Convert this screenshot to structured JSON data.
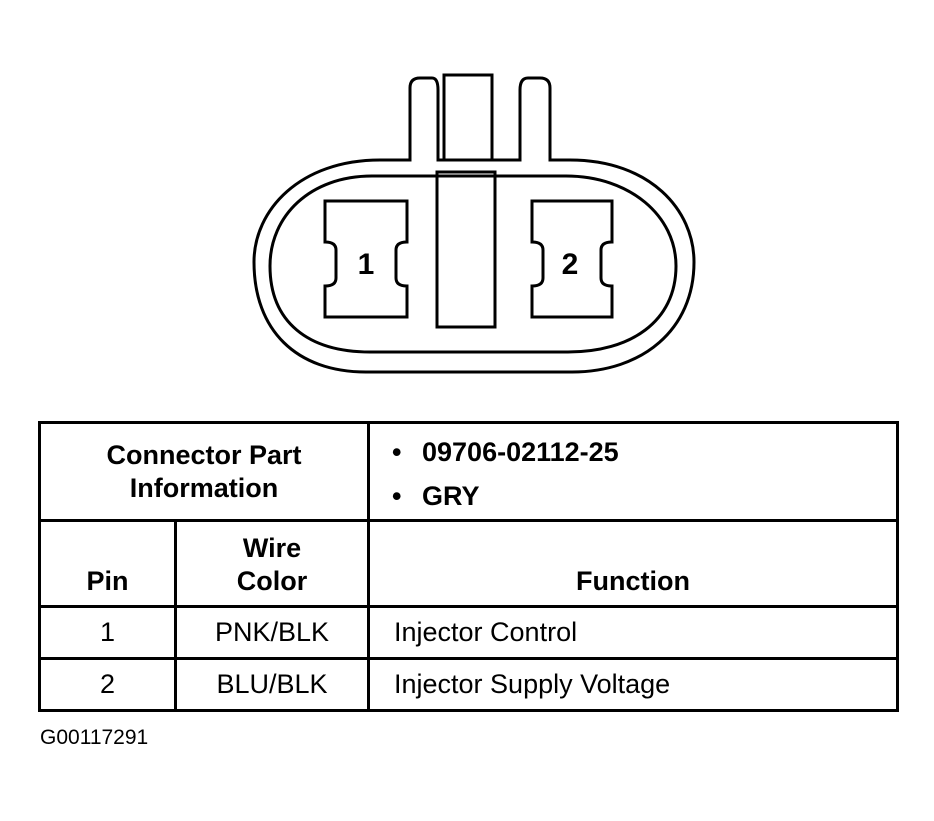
{
  "connector": {
    "pins": [
      {
        "label": "1"
      },
      {
        "label": "2"
      }
    ]
  },
  "info": {
    "label_line1": "Connector Part",
    "label_line2": "Information",
    "values": [
      "09706-02112-25",
      "GRY"
    ]
  },
  "headers": {
    "pin": "Pin",
    "wire_color_line1": "Wire",
    "wire_color_line2": "Color",
    "function": "Function"
  },
  "rows": [
    {
      "pin": "1",
      "wire_color": "PNK/BLK",
      "function": "Injector Control"
    },
    {
      "pin": "2",
      "wire_color": "BLU/BLK",
      "function": "Injector Supply Voltage"
    }
  ],
  "figure_id": "G00117291"
}
